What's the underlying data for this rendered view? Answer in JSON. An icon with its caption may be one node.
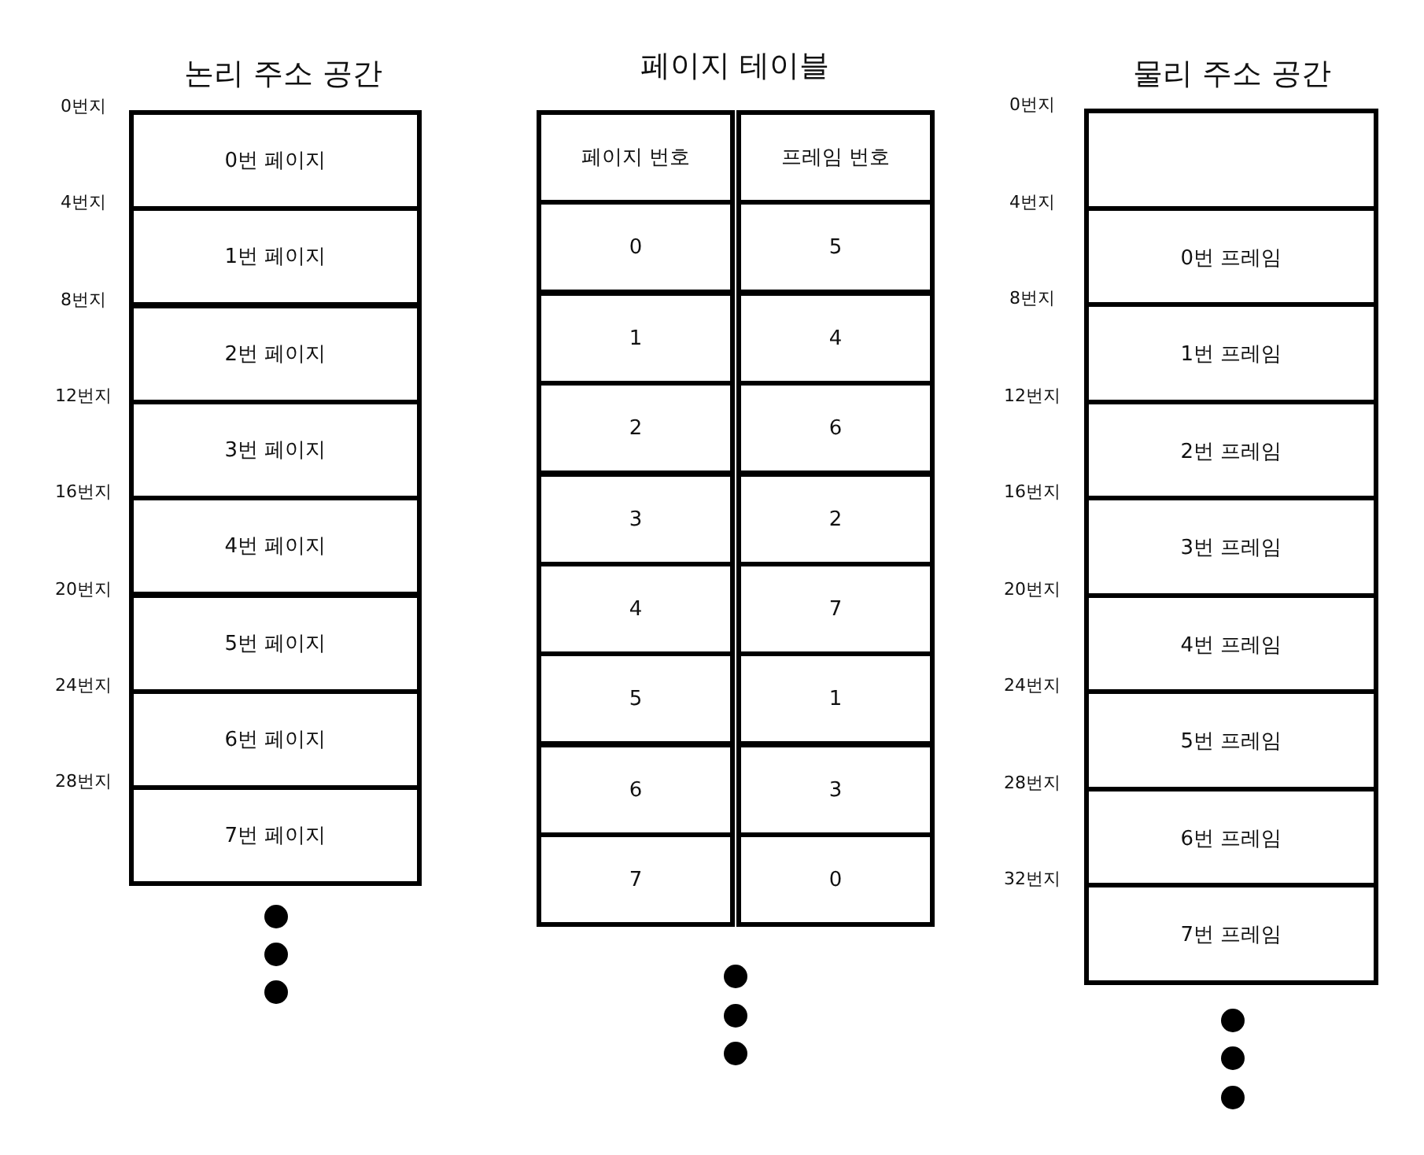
{
  "diagram": {
    "nodes": [
      {
        "text": [
          "0번 페이지"
        ],
        "beside": [
          "0번지"
        ]
      },
      {
        "text": [
          "1번 페이지"
        ],
        "beside": [
          "4번지"
        ]
      },
      {
        "text": [
          "2번 페이지"
        ],
        "beside": [
          "8번지"
        ]
      },
      {
        "text": [
          "3번 페이지"
        ],
        "beside": [
          "12번지"
        ]
      },
      {
        "text": [
          "4번 페이지"
        ],
        "beside": [
          "16번지"
        ]
      },
      {
        "text": [
          "5번 페이지"
        ],
        "beside": [
          "20번지"
        ]
      },
      {
        "text": [
          "6번 페이지"
        ],
        "beside": [
          "24번지"
        ]
      },
      {
        "text": [
          "7번 페이지"
        ],
        "beside": [
          "28번지"
        ]
      },
      {
        "text": [],
        "shape": "box",
        "beside": [
          "0번지"
        ]
      },
      {
        "text": [
          "0번 프레임"
        ],
        "beside": [
          "4번지"
        ]
      },
      {
        "text": [
          "1번 프레임"
        ],
        "beside": [
          "8번지"
        ]
      },
      {
        "text": [
          "2번 프레임"
        ],
        "beside": [
          "12번지"
        ]
      },
      {
        "text": [
          "3번 프레임"
        ],
        "beside": [
          "16번지"
        ]
      },
      {
        "text": [
          "4번 프레임"
        ],
        "beside": [
          "20번지"
        ]
      },
      {
        "text": [
          "5번 프레임"
        ],
        "beside": [
          "24번지"
        ]
      },
      {
        "text": [
          "6번 프레임"
        ],
        "beside": [
          "28번지"
        ]
      },
      {
        "text": [
          "7번 프레임"
        ],
        "beside": [
          "32번지"
        ]
      }
    ],
    "labels": [
      "논리 주소 공간",
      "페이지 테이블",
      "물리 주소 공간",
      "페이지 번호",
      "프레임 번호",
      "0",
      "5",
      "1",
      "4",
      "2",
      "6",
      "3",
      "2",
      "4",
      "7",
      "5",
      "1",
      "6",
      "3",
      "7",
      "0"
    ]
  }
}
